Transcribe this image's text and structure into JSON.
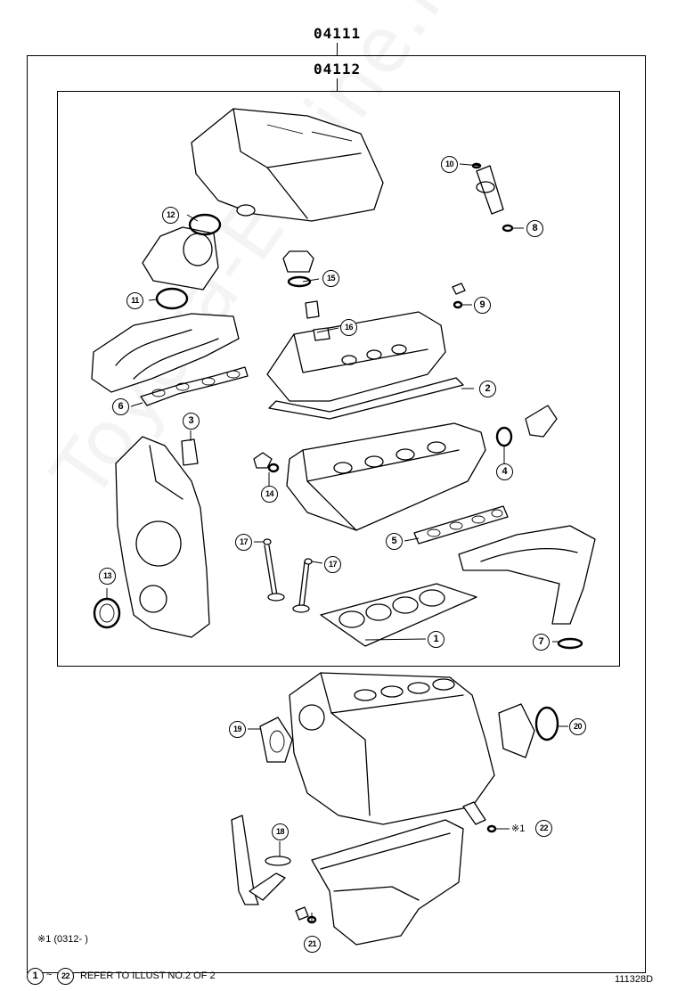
{
  "header": {
    "outer_part_no": "04111",
    "inner_part_no": "04112"
  },
  "callouts": {
    "c1": "1",
    "c2": "2",
    "c3": "3",
    "c4": "4",
    "c5": "5",
    "c6": "6",
    "c7": "7",
    "c8": "8",
    "c9": "9",
    "c10": "10",
    "c11": "11",
    "c12": "12",
    "c13": "13",
    "c14": "14",
    "c15": "15",
    "c16": "16",
    "c17a": "17",
    "c17b": "17",
    "c18": "18",
    "c19": "19",
    "c20": "20",
    "c21": "21",
    "c22": "22"
  },
  "annotations": {
    "mark_22": "※1",
    "footnote": "※1 (0312-        )"
  },
  "footer": {
    "range_start": "1",
    "range_sep": "~",
    "range_end": "22",
    "refer_text": "REFER TO ILLUST NO.2 OF 2",
    "illustration_id": "111328D"
  },
  "watermark": "Toyota-Engine.ru"
}
